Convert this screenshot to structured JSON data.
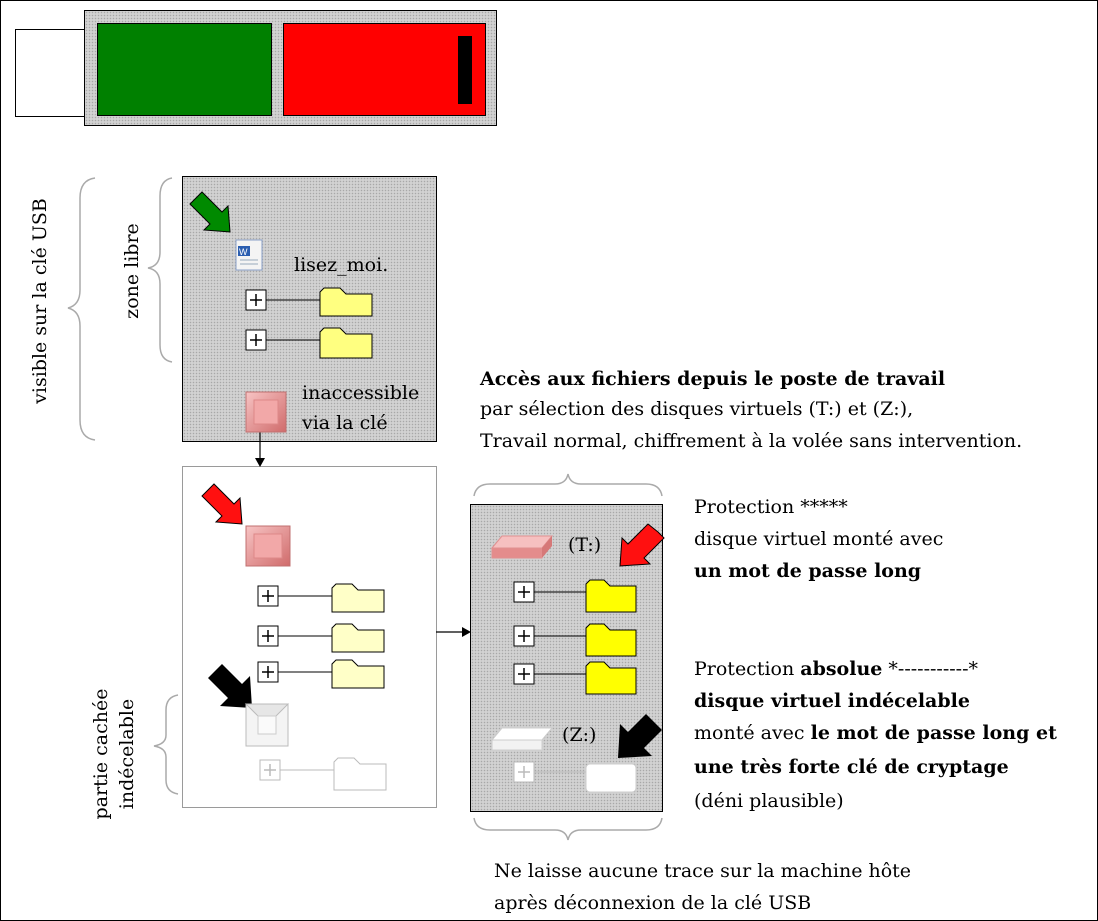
{
  "usb": {
    "colors": {
      "free": "#008000",
      "hidden": "#ff0000",
      "connector": "#ffffff"
    }
  },
  "left_labels": {
    "visible": "visible sur la clé USB",
    "free_zone": "zone libre",
    "hidden_part_1": "partie cachée",
    "hidden_part_2": "indécelable"
  },
  "free_zone_box": {
    "readme": "lisez_moi.",
    "inaccessible_1": "inaccessible",
    "inaccessible_2": "via la clé"
  },
  "access": {
    "title": "Accès aux fichiers depuis le poste de travail",
    "line1": "par sélection des disques virtuels (T:) et (Z:),",
    "line2": "Travail normal, chiffrement à la volée sans intervention."
  },
  "drives": {
    "t_label": "(T:)",
    "z_label": "(Z:)"
  },
  "protection_t": {
    "line1": "Protection *****",
    "line2": "disque virtuel monté avec",
    "line3": "un mot de passe long"
  },
  "protection_z": {
    "line1_a": "Protection ",
    "line1_b": "absolue",
    "line1_c": " *-----------*",
    "line2": "disque virtuel indécelable",
    "line3_a": "monté avec ",
    "line3_b": "le mot de passe long et",
    "line4": "une très forte clé de cryptage",
    "line5": "(déni plausible)"
  },
  "footer": {
    "line1": "Ne laisse aucune trace sur la machine hôte",
    "line2": "après déconnexion de la clé USB"
  },
  "icons": [
    "word-document-icon",
    "folder-icon",
    "plus-box-icon",
    "pink-volume-icon",
    "white-volume-icon",
    "green-arrow-icon",
    "red-arrow-icon",
    "black-arrow-icon"
  ]
}
